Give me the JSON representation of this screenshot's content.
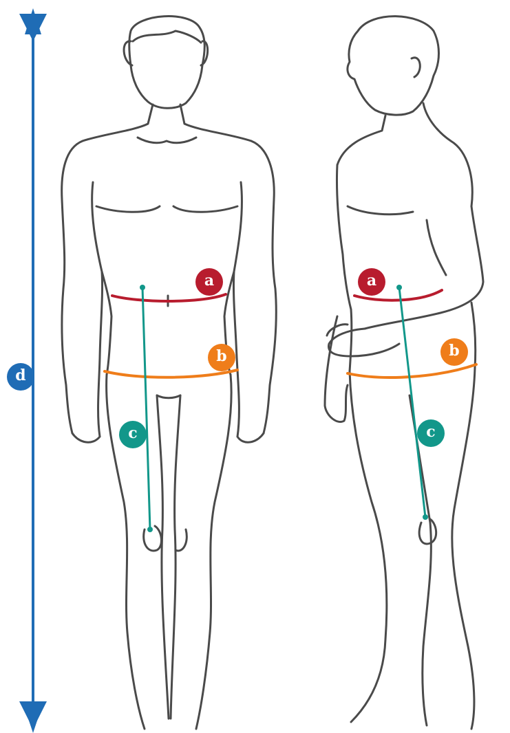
{
  "figure": {
    "markers": {
      "a": {
        "label": "a",
        "color": "#b81c2e"
      },
      "b": {
        "label": "b",
        "color": "#ef7d1a"
      },
      "c": {
        "label": "c",
        "color": "#12978a"
      },
      "d": {
        "label": "d",
        "color": "#1f6cb5"
      }
    },
    "outline_color": "#4a4a4a"
  }
}
